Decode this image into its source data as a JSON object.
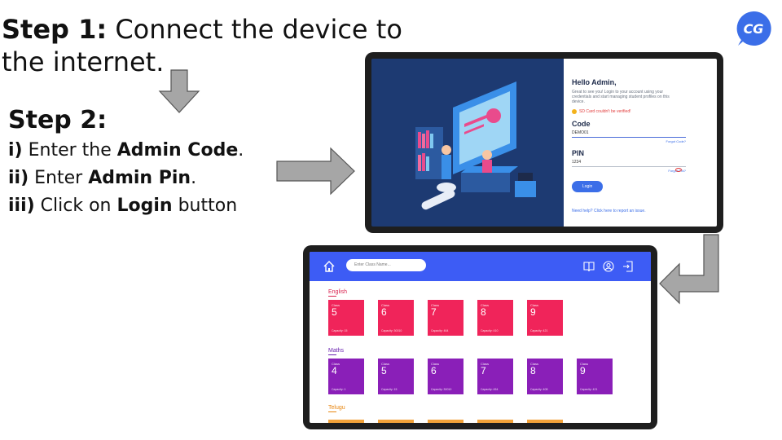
{
  "step1": {
    "bold": "Step 1:",
    "text": " Connect the device to",
    "text2": "the internet."
  },
  "step2": {
    "title": "Step 2:",
    "lines": [
      {
        "prefix": "i)",
        "pre": " Enter the ",
        "bold": "Admin Code",
        "post": "."
      },
      {
        "prefix": "ii)",
        "pre": " Enter ",
        "bold": "Admin Pin",
        "post": "."
      },
      {
        "prefix": "iii)",
        "pre": " Click on ",
        "bold": "Login",
        "post": " button"
      }
    ]
  },
  "logo": {
    "text": "CG"
  },
  "login": {
    "greeting": "Hello Admin,",
    "welcome": "Great to see you! Login to your account using your credentials and start managing student profiles on this device.",
    "warning": "SD Card couldn't be verified!",
    "code_label": "Code",
    "code_value": "DEMO01",
    "forgot_code": "Forgot Code?",
    "pin_label": "PIN",
    "pin_value": "1234",
    "forgot_pin": "Forgot PIN?",
    "login_button": "Login",
    "help": "Need help? Click here to report an issue."
  },
  "classes": {
    "search_placeholder": "Enter Class Name...",
    "icons": [
      "home-icon",
      "book-icon",
      "profile-icon",
      "logout-icon"
    ],
    "class_label": "Class",
    "subjects": [
      {
        "name": "English",
        "cards": [
          {
            "num": "5",
            "cap": "Capacity: 15"
          },
          {
            "num": "6",
            "cap": "Capacity: 30010"
          },
          {
            "num": "7",
            "cap": "Capacity: 464"
          },
          {
            "num": "8",
            "cap": "Capacity: 410"
          },
          {
            "num": "9",
            "cap": "Capacity: 421"
          }
        ]
      },
      {
        "name": "Maths",
        "cards": [
          {
            "num": "4",
            "cap": "Capacity: 1"
          },
          {
            "num": "5",
            "cap": "Capacity: 15"
          },
          {
            "num": "6",
            "cap": "Capacity: 30010"
          },
          {
            "num": "7",
            "cap": "Capacity: 454"
          },
          {
            "num": "8",
            "cap": "Capacity: 408"
          },
          {
            "num": "9",
            "cap": "Capacity: 421"
          }
        ]
      },
      {
        "name": "Telugu",
        "cards": []
      }
    ]
  },
  "colors": {
    "accent": "#3d5cf5",
    "english": "#f0245a",
    "maths": "#8a1fb8",
    "telugu": "#e8860f"
  }
}
